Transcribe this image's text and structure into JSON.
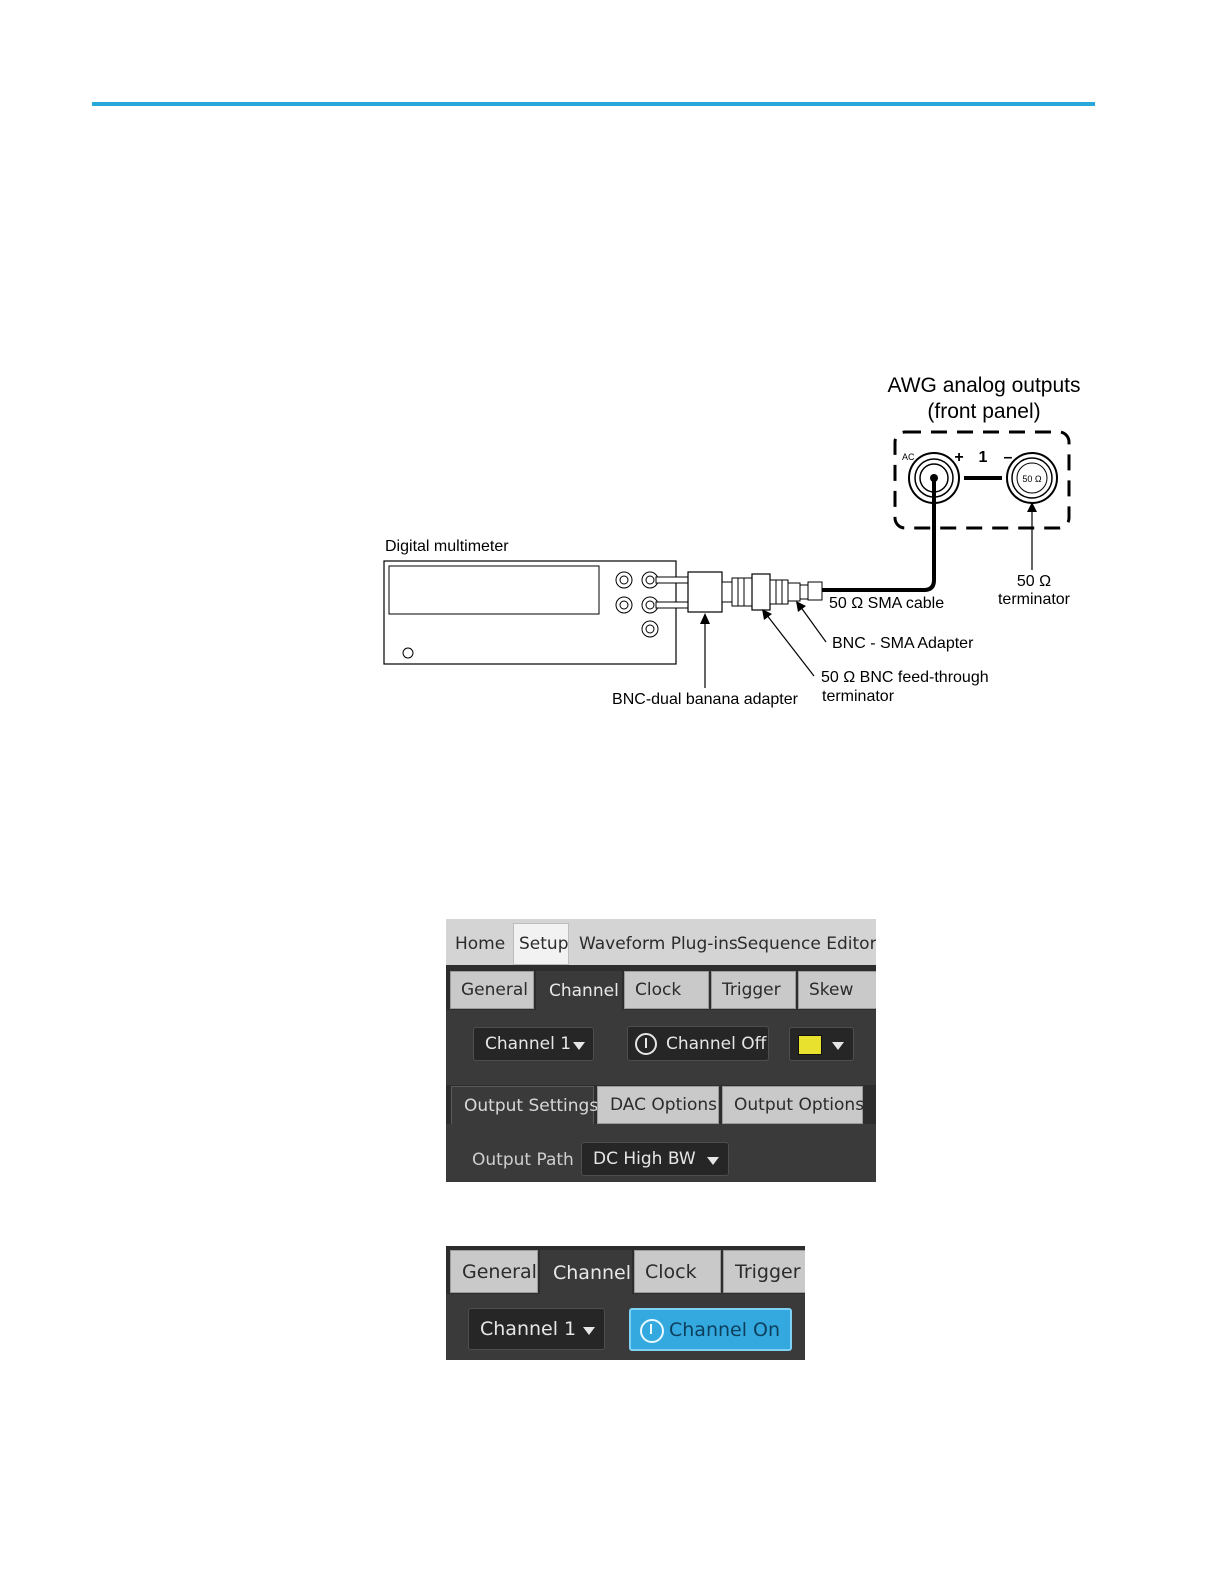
{
  "diagram": {
    "title_line1": "AWG analog outputs",
    "title_line2": "(front panel)",
    "panel_ac": "AC",
    "panel_plus": "+",
    "panel_channel": "1",
    "panel_minus": "–",
    "terminator_inner": "50 Ω",
    "multimeter_label": "Digital multimeter",
    "sma_cable_label": "50 Ω SMA cable",
    "terminator_label_line1": "50 Ω",
    "terminator_label_line2": "terminator",
    "bnc_sma_label": "BNC - SMA  Adapter",
    "feedthrough_line1": "50 Ω  BNC feed-through",
    "feedthrough_line2": "terminator",
    "banana_label": "BNC-dual banana adapter"
  },
  "ui1": {
    "top_tabs": [
      "Home",
      "Setup",
      "Waveform Plug-ins",
      "Sequence Editor"
    ],
    "sub_tabs": [
      "General",
      "Channel",
      "Clock",
      "Trigger",
      "Skew"
    ],
    "channel_select": "Channel 1",
    "channel_button": "Channel Off",
    "swatch_color": "#e8e22e",
    "output_tabs": [
      "Output Settings",
      "DAC Options",
      "Output Options"
    ],
    "output_path_label": "Output Path",
    "output_path_value": "DC High BW"
  },
  "ui2": {
    "sub_tabs": [
      "General",
      "Channel",
      "Clock",
      "Trigger"
    ],
    "channel_select": "Channel 1",
    "channel_button": "Channel On"
  }
}
